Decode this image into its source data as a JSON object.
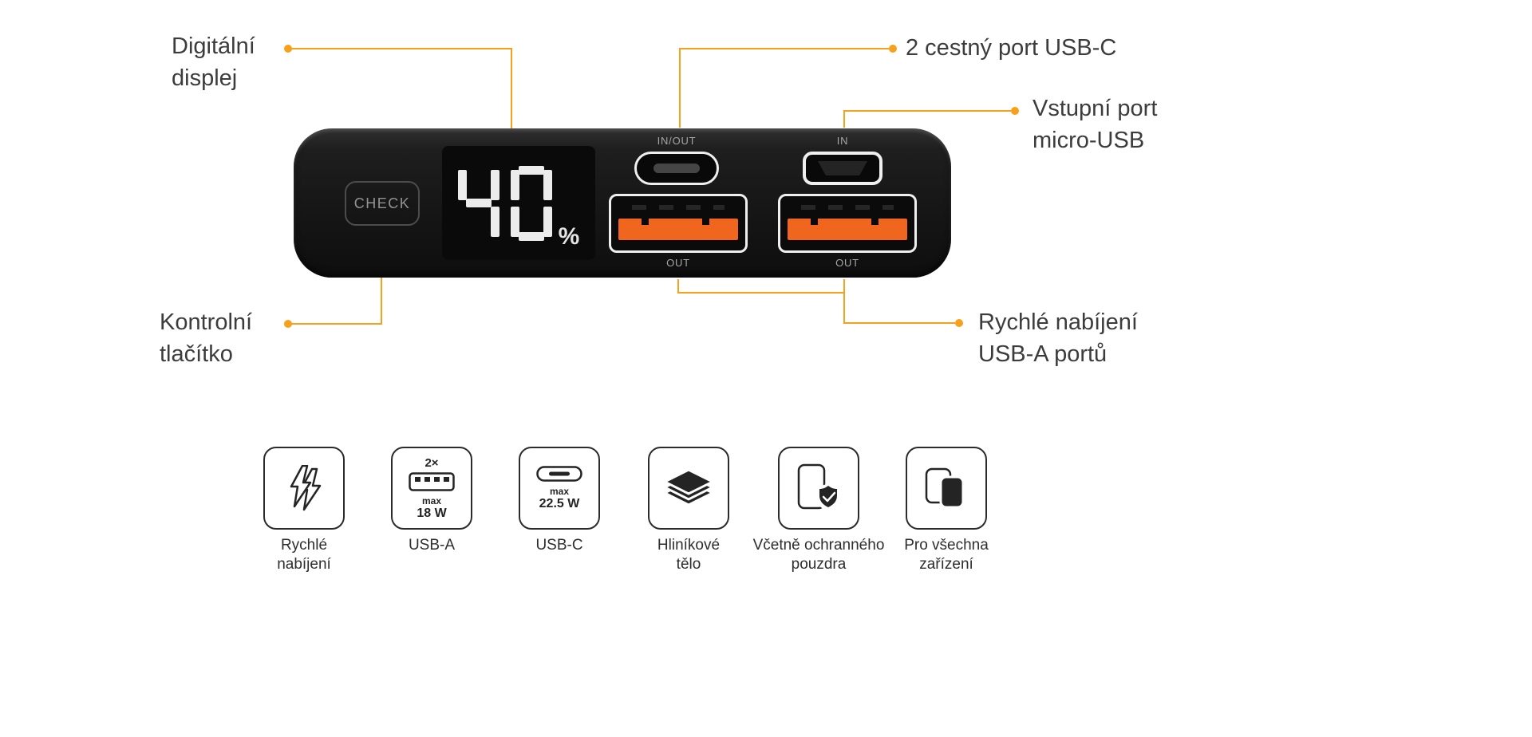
{
  "colors": {
    "accent": "#F7A01B",
    "usb_orange": "#F1661F",
    "device_body": "#1a1a1a"
  },
  "device": {
    "check_button": "CHECK",
    "display": {
      "value": "40",
      "unit": "%"
    },
    "ports": {
      "usbc_label": "IN/OUT",
      "micro_label": "IN",
      "usba1_label": "OUT",
      "usba2_label": "OUT"
    }
  },
  "callouts": [
    {
      "id": "digital-display",
      "text": "Digitální\ndisplej"
    },
    {
      "id": "usbc-port",
      "text": "2 cestný port USB-C"
    },
    {
      "id": "micro-usb",
      "text": "Vstupní port\nmicro-USB"
    },
    {
      "id": "check-button",
      "text": "Kontrolní\ntlačítko"
    },
    {
      "id": "usba-fast-charge",
      "text": "Rychlé nabíjení\nUSB-A portů"
    }
  ],
  "features": [
    {
      "icon": "lightning-icon",
      "label": "Rychlé\nnabíjení"
    },
    {
      "icon": "usb-a-icon",
      "label": "USB-A",
      "multiplier": "2×",
      "max_label": "max",
      "max_value": "18 W"
    },
    {
      "icon": "usb-c-icon",
      "label": "USB-C",
      "max_label": "max",
      "max_value": "22.5 W"
    },
    {
      "icon": "aluminum-body-icon",
      "label": "Hliníkové\ntělo"
    },
    {
      "icon": "protective-case-icon",
      "label": "Včetně ochranného\npouzdra"
    },
    {
      "icon": "all-devices-icon",
      "label": "Pro všechna\nzařízení"
    }
  ]
}
